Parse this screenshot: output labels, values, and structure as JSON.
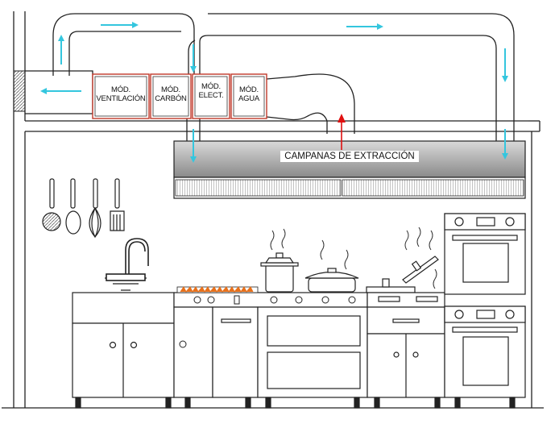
{
  "modules": [
    {
      "id": "ventilacion",
      "line1": "MÓD.",
      "line2": "VENTILACIÓN"
    },
    {
      "id": "carbon",
      "line1": "MÓD.",
      "line2": "CARBÓN"
    },
    {
      "id": "electrico",
      "line1": "MÓD.",
      "line2": "ELECT."
    },
    {
      "id": "agua",
      "line1": "MÓD.",
      "line2": "AGUA"
    }
  ],
  "hood": {
    "label": "CAMPANAS DE EXTRACCIÓN"
  },
  "colors": {
    "line": "#222222",
    "duct_fill": "#ffffff",
    "module_outline": "#c0392b",
    "airflow_arrow": "#34c6de",
    "exhaust_arrow": "#e01010",
    "hood_gradient_top": "#d6d6d6",
    "hood_gradient_bottom": "#8c8c8c",
    "wall_hatch": "#777777",
    "flame": "#e8701a"
  },
  "icons": [
    "airflow-arrow-icon",
    "exhaust-arrow-icon",
    "flame-icon",
    "steam-icon",
    "knob-icon",
    "oven-icon",
    "faucet-icon",
    "utensil-icon"
  ]
}
